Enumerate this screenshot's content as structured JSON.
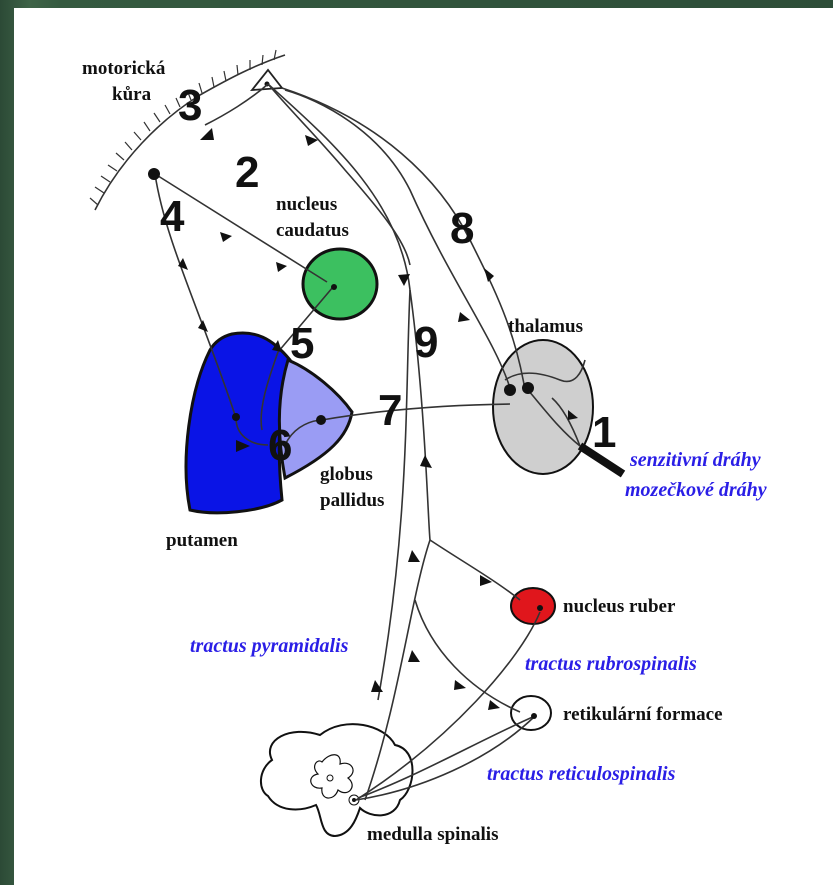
{
  "labels": {
    "motoricka": "motorická",
    "kura": "kůra",
    "nucleus": "nucleus",
    "caudatus": "caudatus",
    "thalamus": "thalamus",
    "globus": "globus",
    "pallidus": "pallidus",
    "putamen": "putamen",
    "nucleus_ruber": "nucleus ruber",
    "retikularni": "retikulární formace",
    "medulla": "medulla spinalis"
  },
  "pathways": {
    "senzitivni": "senzitivní dráhy",
    "mozeckove": "mozečkové dráhy",
    "pyramidalis": "tractus pyramidalis",
    "rubrospinalis": "tractus rubrospinalis",
    "reticulospinalis": "tractus reticulospinalis"
  },
  "numbers": {
    "n1": "1",
    "n2": "2",
    "n3": "3",
    "n4": "4",
    "n5": "5",
    "n6": "6",
    "n7": "7",
    "n8": "8",
    "n9": "9"
  },
  "colors": {
    "caudatus": "#3cc060",
    "putamen": "#0a14e6",
    "pallidus": "#9a9cf4",
    "thalamus": "#cfcfcf",
    "ruber": "#e0161c",
    "pathway_text": "#2a1ee6"
  }
}
